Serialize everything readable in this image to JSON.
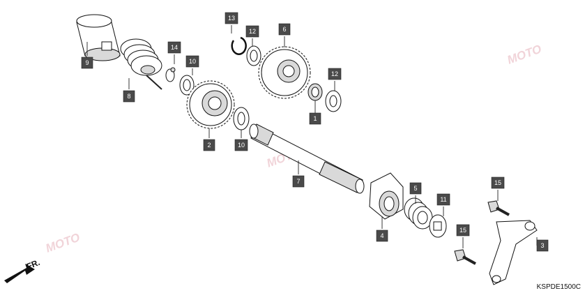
{
  "callouts": [
    {
      "label": "1"
    },
    {
      "label": "2"
    },
    {
      "label": "3"
    },
    {
      "label": "4"
    },
    {
      "label": "5"
    },
    {
      "label": "6"
    },
    {
      "label": "7"
    },
    {
      "label": "8"
    },
    {
      "label": "9"
    },
    {
      "label": "10"
    },
    {
      "label": "10"
    },
    {
      "label": "11"
    },
    {
      "label": "12"
    },
    {
      "label": "12"
    },
    {
      "label": "13"
    },
    {
      "label": "14"
    },
    {
      "label": "15"
    },
    {
      "label": "15"
    }
  ],
  "diagram_code": "KSPDE1500C",
  "direction_label": "FR.",
  "watermark": "MOTO",
  "colors": {
    "callout_box": "#4a4a4a",
    "watermark": "#e8b8c0"
  }
}
